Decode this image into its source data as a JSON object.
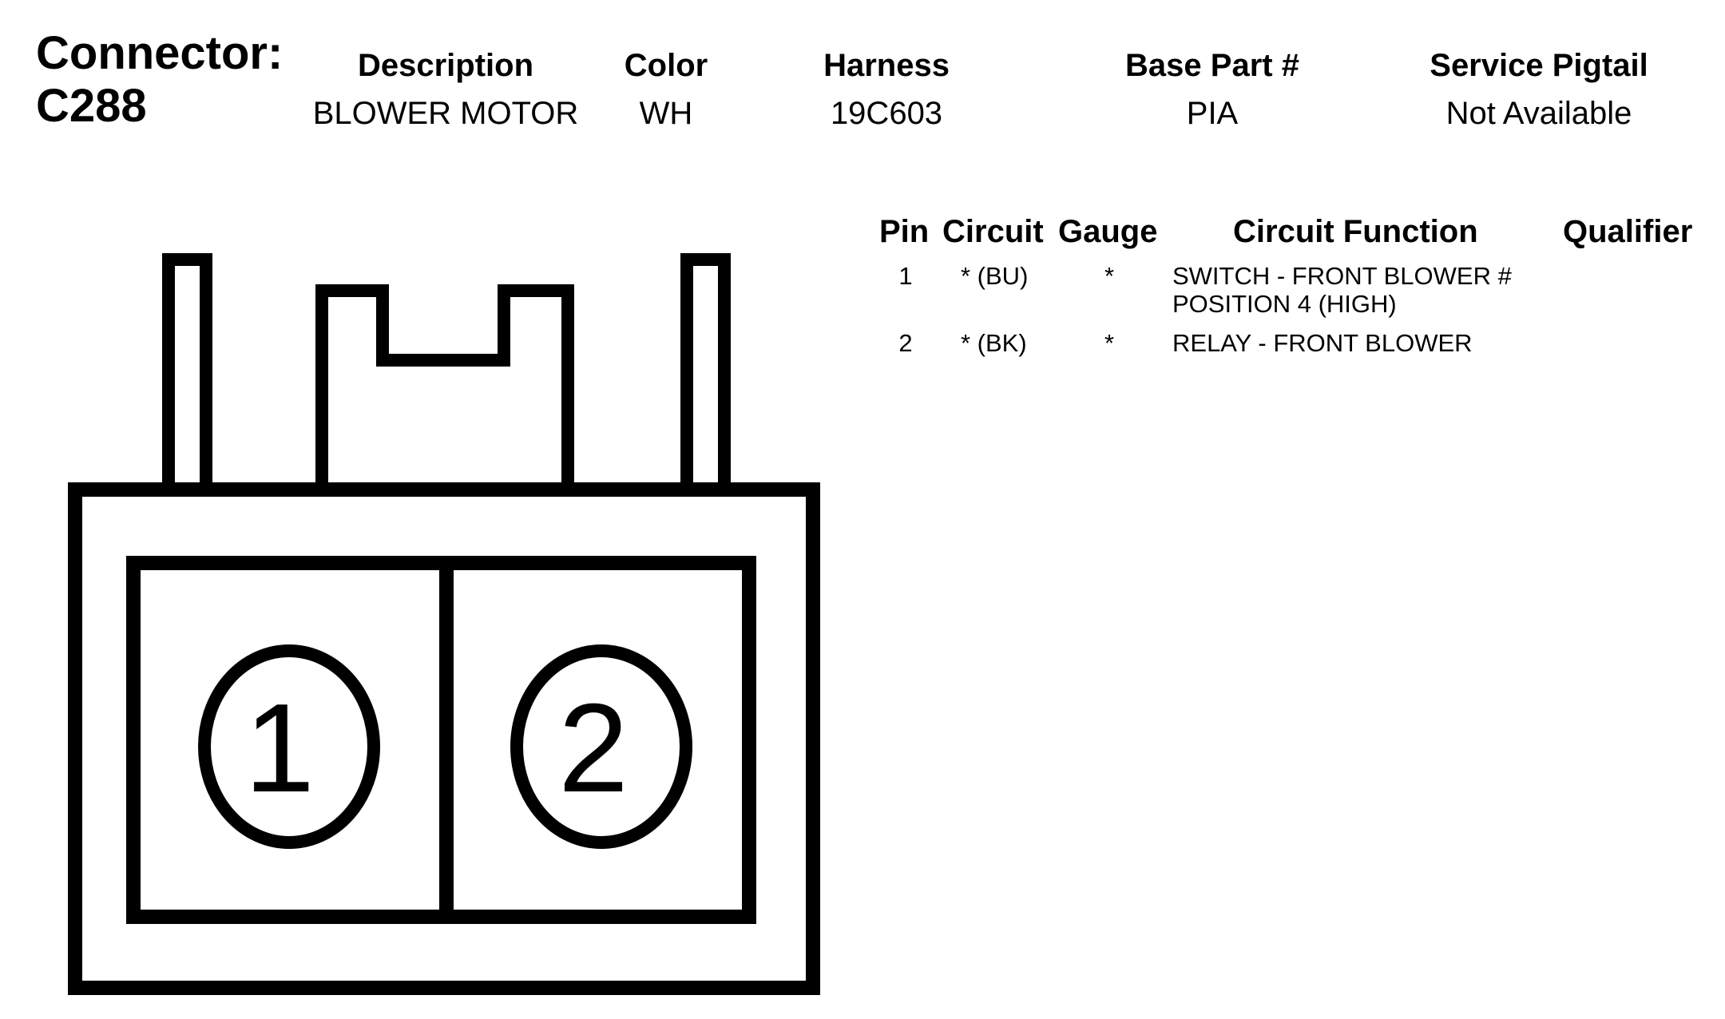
{
  "connector": {
    "label": "Connector:",
    "id": "C288"
  },
  "header": {
    "columns": [
      "Description",
      "Color",
      "Harness",
      "Base Part #",
      "Service Pigtail"
    ],
    "values": [
      "BLOWER MOTOR",
      "WH",
      "19C603",
      "PIA",
      "Not Available"
    ]
  },
  "pin_table": {
    "columns": {
      "pin": "Pin",
      "circuit": "Circuit",
      "gauge": "Gauge",
      "function": "Circuit Function",
      "qualifier": "Qualifier"
    },
    "rows": [
      {
        "pin": "1",
        "circuit": "* (BU)",
        "gauge": "*",
        "function_line1": "SWITCH - FRONT BLOWER #",
        "function_line2": "POSITION 4 (HIGH)",
        "qualifier": ""
      },
      {
        "pin": "2",
        "circuit": "* (BK)",
        "gauge": "*",
        "function_line1": "RELAY - FRONT BLOWER",
        "function_line2": "",
        "qualifier": ""
      }
    ]
  },
  "diagram": {
    "pin_labels": [
      "1",
      "2"
    ]
  }
}
